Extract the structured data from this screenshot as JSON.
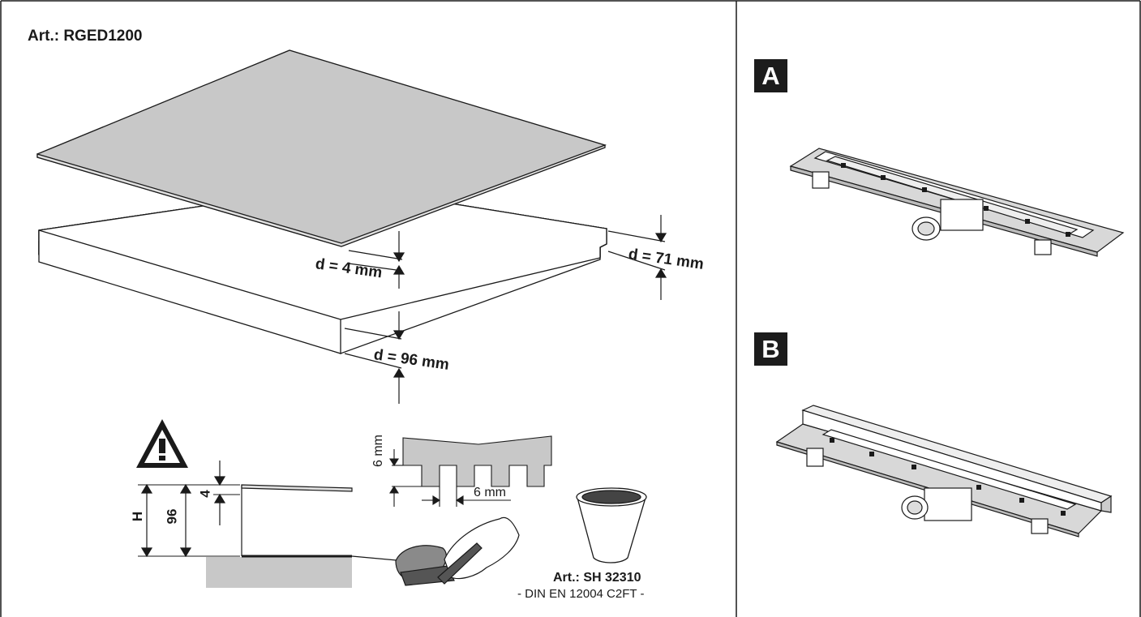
{
  "title": "Art.: RGED1200",
  "dimensions": {
    "tile": "d = 4 mm",
    "plate_step": "d = 71 mm",
    "plate": "d = 96 mm"
  },
  "detail": {
    "height_label": "H",
    "height_value": "96",
    "tile_value": "4",
    "notch_depth": "6 mm",
    "notch_width": "6 mm"
  },
  "adhesive": {
    "article": "Art.: SH 32310",
    "standard": "- DIN EN 12004 C2FT -"
  },
  "variants": [
    {
      "label": "A"
    },
    {
      "label": "B"
    }
  ],
  "icons": [
    "warning-icon",
    "adhesive-bucket-icon",
    "glove-hand-icon",
    "notched-trowel-icon"
  ]
}
